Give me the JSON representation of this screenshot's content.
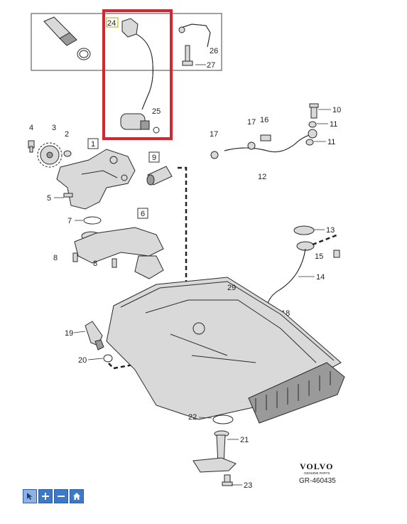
{
  "parts": {
    "p1": "1",
    "p2": "2",
    "p3": "3",
    "p4": "4",
    "p5": "5",
    "p6": "6",
    "p7": "7",
    "p8a": "8",
    "p8b": "8",
    "p9": "9",
    "p10": "10",
    "p11a": "11",
    "p11b": "11",
    "p12": "12",
    "p13": "13",
    "p14": "14",
    "p15": "15",
    "p16": "16",
    "p17a": "17",
    "p17b": "17",
    "p18": "18",
    "p19": "19",
    "p20": "20",
    "p21": "21",
    "p22": "22",
    "p23": "23",
    "p24": "24",
    "p25": "25",
    "p26": "26",
    "p27": "27",
    "p29": "29"
  },
  "branding": {
    "logo_text": "VOLVO",
    "logo_subtext": "GENUINE PARTS",
    "reference": "GR-460435"
  },
  "toolbar": {
    "icons": [
      "pointer-icon",
      "zoom-in-icon",
      "zoom-out-icon",
      "home-icon"
    ]
  },
  "colors": {
    "highlight_frame": "#d9232e",
    "toolbar_button": "#3e78c8"
  }
}
